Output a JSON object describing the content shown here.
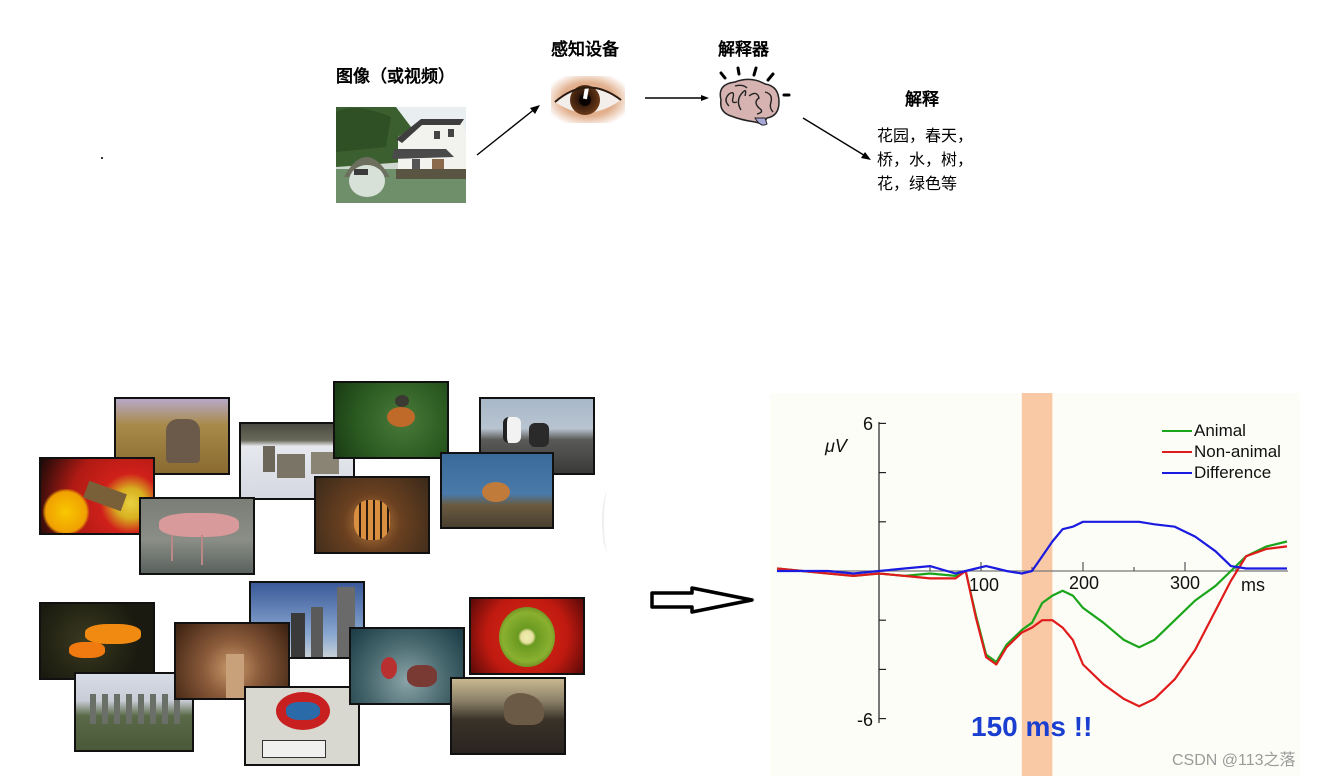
{
  "pipeline": {
    "image_label": "图像（或视频）",
    "sensor_label": "感知设备",
    "interpreter_label": "解释器",
    "interpretation_label": "解释",
    "interpretation_lines": [
      "花园，春天，",
      "桥，水，树，",
      "花，绿色等"
    ],
    "icons": [
      "scene-photo",
      "eye-icon",
      "brain-icon"
    ]
  },
  "collage": {
    "top_group": [
      "moth-on-flower",
      "elephant",
      "flamingos",
      "wolves",
      "robin-nest",
      "tiger",
      "penguins",
      "squirrel"
    ],
    "bottom_group": [
      "orange-fungus",
      "standing-stones",
      "cave",
      "city-skyline",
      "restaurant-sign",
      "strawberry-dessert",
      "kiwi-strawberries",
      "rocky-coast"
    ]
  },
  "arrow": {
    "icon": "hollow-right-arrow"
  },
  "colors": {
    "animal": "#1aa51a",
    "non_animal": "#e01b1b",
    "difference": "#1a1ae0",
    "band": "#f9c9a6",
    "annotation": "#1a3fd0"
  },
  "annotation": "150 ms !!",
  "watermark": "CSDN @113之落",
  "chart_data": {
    "type": "line",
    "title": "",
    "xlabel": "ms",
    "ylabel": "μV",
    "xlim": [
      -100,
      400
    ],
    "ylim": [
      -6,
      6
    ],
    "x_ticks": [
      100,
      200,
      300
    ],
    "x_tick_labels": [
      "100",
      "200",
      "300"
    ],
    "y_tick_labels": [
      "6",
      "-6"
    ],
    "y_ticks": [
      -6,
      -4,
      -2,
      0,
      2,
      4,
      6
    ],
    "grid": false,
    "legend_position": "top-right",
    "legend": [
      "Animal",
      "Non-animal",
      "Difference"
    ],
    "highlight_band_ms": [
      140,
      170
    ],
    "annotation": "150 ms !!",
    "x": [
      -100,
      -75,
      -50,
      -25,
      0,
      25,
      50,
      75,
      85,
      95,
      105,
      115,
      125,
      140,
      150,
      160,
      170,
      180,
      190,
      200,
      220,
      240,
      255,
      270,
      290,
      310,
      330,
      345,
      360,
      380,
      400
    ],
    "series": [
      {
        "name": "Animal",
        "color": "#1aa51a",
        "values": [
          0.1,
          0.0,
          -0.1,
          -0.2,
          -0.1,
          -0.2,
          -0.1,
          -0.2,
          0.0,
          -1.8,
          -3.4,
          -3.7,
          -3.0,
          -2.4,
          -2.1,
          -1.3,
          -1.0,
          -0.8,
          -1.0,
          -1.5,
          -2.1,
          -2.8,
          -3.1,
          -2.8,
          -2.0,
          -1.2,
          -0.6,
          0.0,
          0.6,
          1.0,
          1.2
        ]
      },
      {
        "name": "Non-animal",
        "color": "#e01b1b",
        "values": [
          0.1,
          0.0,
          -0.1,
          -0.2,
          -0.1,
          -0.2,
          -0.3,
          -0.3,
          0.0,
          -1.9,
          -3.5,
          -3.8,
          -3.1,
          -2.5,
          -2.3,
          -2.0,
          -2.0,
          -2.3,
          -2.8,
          -3.8,
          -4.6,
          -5.2,
          -5.5,
          -5.2,
          -4.4,
          -3.2,
          -1.6,
          -0.4,
          0.6,
          0.9,
          1.0
        ]
      },
      {
        "name": "Difference",
        "color": "#1a1ae0",
        "values": [
          0.0,
          0.0,
          0.0,
          -0.1,
          0.0,
          0.1,
          0.2,
          -0.1,
          0.0,
          0.1,
          0.2,
          0.1,
          0.0,
          -0.1,
          0.0,
          0.6,
          1.2,
          1.7,
          1.8,
          2.0,
          2.0,
          2.0,
          2.0,
          1.9,
          1.8,
          1.4,
          0.8,
          0.2,
          0.1,
          0.1,
          0.1
        ]
      }
    ]
  }
}
